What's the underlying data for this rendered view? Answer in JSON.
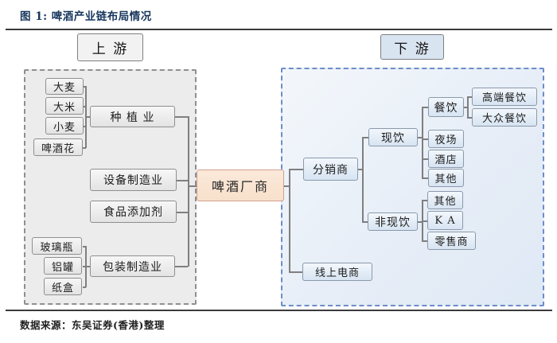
{
  "title": "图 1: 啤酒产业链布局情况",
  "source": "数据来源：东吴证券(香港)整理",
  "sections": {
    "upstream_label": "上 游",
    "downstream_label": "下 游"
  },
  "center": {
    "manufacturer": "啤酒厂商"
  },
  "upstream": {
    "crops": [
      "大麦",
      "大米",
      "小麦",
      "啤酒花"
    ],
    "planting": "种 植 业",
    "equipment": "设备制造业",
    "additive": "食品添加剂",
    "materials": [
      "玻璃瓶",
      "铝罐",
      "纸盒"
    ],
    "packaging": "包装制造业"
  },
  "downstream": {
    "distributor": "分销商",
    "online": "线上电商",
    "on_premise": "现饮",
    "off_premise": "非现饮",
    "catering": "餐饮",
    "catering_children": [
      "高端餐饮",
      "大众餐饮"
    ],
    "on_premise_children": [
      "夜场",
      "酒店",
      "其他"
    ],
    "off_premise_children": [
      "其他",
      "K A",
      "零售商"
    ]
  },
  "colors": {
    "title_navy": "#17365d",
    "rule_dark": "#3b3b3b",
    "upstream_panel_bg": "#ececec",
    "upstream_dash": "#8f8f8f",
    "downstream_panel_bg": "#e6edf7",
    "downstream_dash": "#6d8dca",
    "gray_box_border": "#8f8f8f",
    "blue_box_border": "#8a99ab",
    "manufacturer_fill": "#f8e0cb",
    "manufacturer_border": "#d2a08e",
    "connector": "#7f7f7f"
  }
}
